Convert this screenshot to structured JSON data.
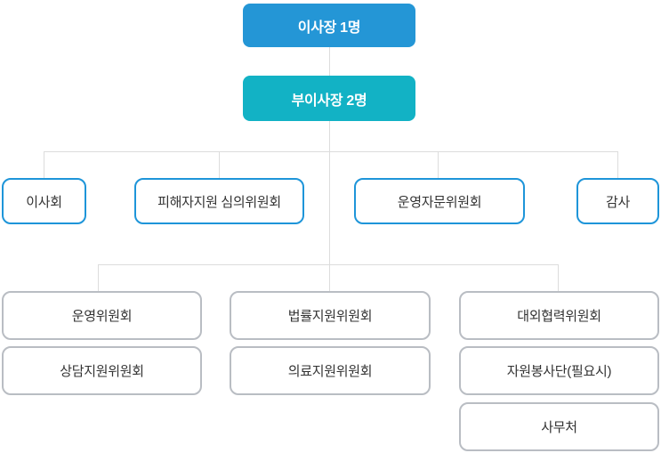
{
  "colors": {
    "primary_blue": "#2496d6",
    "teal": "#12b2c5",
    "blue_border": "#1e95d9",
    "gray_border": "#b9bdc3",
    "connector_line": "#dcdcdc",
    "text_dark": "#333333",
    "text_white": "#ffffff",
    "background": "#ffffff"
  },
  "chart_data": {
    "type": "org-chart",
    "levels": [
      {
        "level": 1,
        "style": "filled-blue",
        "nodes": [
          "이사장 1명"
        ]
      },
      {
        "level": 2,
        "style": "filled-teal",
        "nodes": [
          "부이사장 2명"
        ]
      },
      {
        "level": 3,
        "style": "outlined-blue",
        "nodes": [
          "이사회",
          "피해자지원 심의위원회",
          "운영자문위원회",
          "감사"
        ]
      },
      {
        "level": 4,
        "style": "outlined-gray",
        "columns": [
          [
            "운영위원회",
            "상담지원위원회"
          ],
          [
            "법률지원위원회",
            "의료지원위원회"
          ],
          [
            "대외협력위원회",
            "자원봉사단(필요시)",
            "사무처"
          ]
        ]
      }
    ],
    "edges": [
      [
        "이사장 1명",
        "부이사장 2명"
      ],
      [
        "부이사장 2명",
        "이사회"
      ],
      [
        "부이사장 2명",
        "피해자지원 심의위원회"
      ],
      [
        "부이사장 2명",
        "운영자문위원회"
      ],
      [
        "부이사장 2명",
        "감사"
      ],
      [
        "부이사장 2명",
        "운영위원회"
      ],
      [
        "부이사장 2명",
        "법률지원위원회"
      ],
      [
        "부이사장 2명",
        "대외협력위원회"
      ]
    ]
  }
}
